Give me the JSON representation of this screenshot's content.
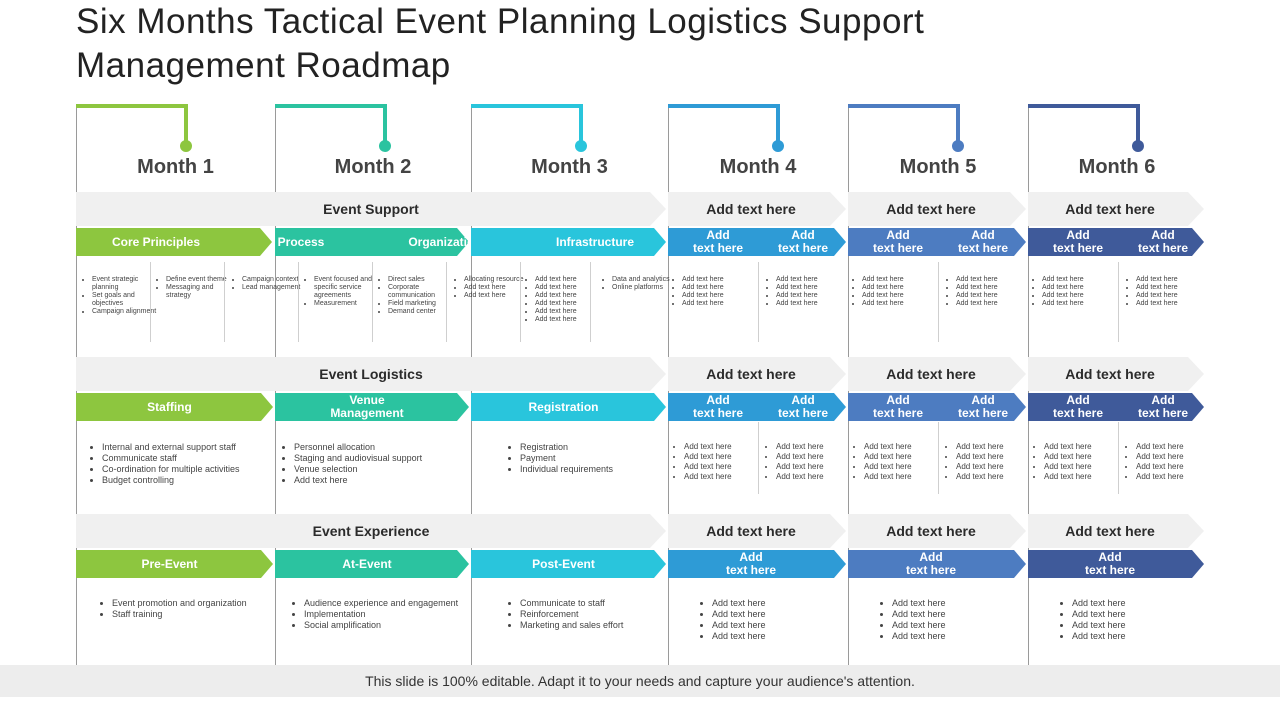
{
  "title": "Six Months Tactical Event Planning  Logistics Support Management Roadmap",
  "months": [
    "Month 1",
    "Month 2",
    "Month 3",
    "Month 4",
    "Month 5",
    "Month 6"
  ],
  "colors": {
    "green": "#8dc63f",
    "teal": "#2bc3a0",
    "cyan": "#29c5dc",
    "blue": "#2e9bd6",
    "steel": "#4d7cc1",
    "navy": "#3f5a9a"
  },
  "sections": [
    {
      "band": "Event Support",
      "band_right": [
        "Add text here",
        "Add text here",
        "Add text here"
      ],
      "arrows": [
        "Core Principles",
        "Process",
        "Organization",
        "Infrastructure"
      ],
      "arrows_right": [
        "Add\ntext here",
        "Add\ntext here",
        "Add\ntext here",
        "Add\ntext here",
        "Add\ntext here",
        "Add\ntext here"
      ],
      "lists": [
        [
          "Event strategic planning",
          "Set goals and objectives",
          "Campaign alignment"
        ],
        [
          "Define event theme",
          "Messaging and strategy"
        ],
        [
          "Campaign context",
          "Lead management"
        ],
        [
          "Event focused and specific service agreements",
          "Measurement"
        ],
        [
          "Direct sales",
          "Corporate communication",
          "Field marketing",
          "Demand center"
        ],
        [
          "Allocating resource",
          "Add text here",
          "Add text here"
        ],
        [
          "Add text here",
          "Add text here",
          "Add text here",
          "Add text here",
          "Add text here",
          "Add text here"
        ],
        [
          "Data and analytics",
          "Online platforms"
        ]
      ],
      "lists_right": [
        [
          "Add text here",
          "Add text here",
          "Add text here",
          "Add text here"
        ],
        [
          "Add text here",
          "Add text here",
          "Add text here",
          "Add text here"
        ],
        [
          "Add text here",
          "Add text here",
          "Add text here",
          "Add text here"
        ],
        [
          "Add text here",
          "Add text here",
          "Add text here",
          "Add text here"
        ],
        [
          "Add text here",
          "Add text here",
          "Add text here",
          "Add text here"
        ],
        [
          "Add text here",
          "Add text here",
          "Add text here",
          "Add text here"
        ]
      ]
    },
    {
      "band": "Event Logistics",
      "band_right": [
        "Add text here",
        "Add text here",
        "Add text here"
      ],
      "arrows": [
        "Staffing",
        "Venue\nManagement",
        "Registration"
      ],
      "arrows_right": [
        "Add\ntext here",
        "Add\ntext here",
        "Add\ntext here",
        "Add\ntext here",
        "Add\ntext here",
        "Add\ntext here"
      ],
      "lists": [
        [
          "Internal and external support staff",
          "Communicate staff",
          "Co-ordination for multiple activities",
          "Budget controlling"
        ],
        [
          "Personnel allocation",
          "Staging and audiovisual support",
          "Venue selection",
          "Add text here"
        ],
        [
          "Registration",
          "Payment",
          "Individual requirements"
        ]
      ],
      "lists_right": [
        [
          "Add text here",
          "Add text here",
          "Add text here",
          "Add text here"
        ],
        [
          "Add text here",
          "Add text here",
          "Add text here",
          "Add text here"
        ],
        [
          "Add text here",
          "Add text here",
          "Add text here",
          "Add text here"
        ],
        [
          "Add text here",
          "Add text here",
          "Add text here",
          "Add text here"
        ],
        [
          "Add text here",
          "Add text here",
          "Add text here",
          "Add text here"
        ],
        [
          "Add text here",
          "Add text here",
          "Add text here",
          "Add text here"
        ]
      ]
    },
    {
      "band": "Event Experience",
      "band_right": [
        "Add text here",
        "Add text here",
        "Add text here"
      ],
      "arrows": [
        "Pre-Event",
        "At-Event",
        "Post-Event"
      ],
      "arrows_right": [
        "Add\ntext here",
        "Add\ntext here",
        "Add\ntext here"
      ],
      "lists": [
        [
          "Event promotion and organization",
          "Staff training"
        ],
        [
          "Audience experience and engagement",
          "Implementation",
          "Social amplification"
        ],
        [
          "Communicate to staff",
          "Reinforcement",
          "Marketing and sales effort"
        ]
      ],
      "lists_right": [
        [
          "Add text here",
          "Add text here",
          "Add text here",
          "Add text here"
        ],
        [
          "Add text here",
          "Add text here",
          "Add text here",
          "Add text here"
        ],
        [
          "Add text here",
          "Add text here",
          "Add text here",
          "Add text here"
        ]
      ]
    }
  ],
  "footer": "This slide is 100% editable. Adapt it to your needs and capture your audience's attention."
}
